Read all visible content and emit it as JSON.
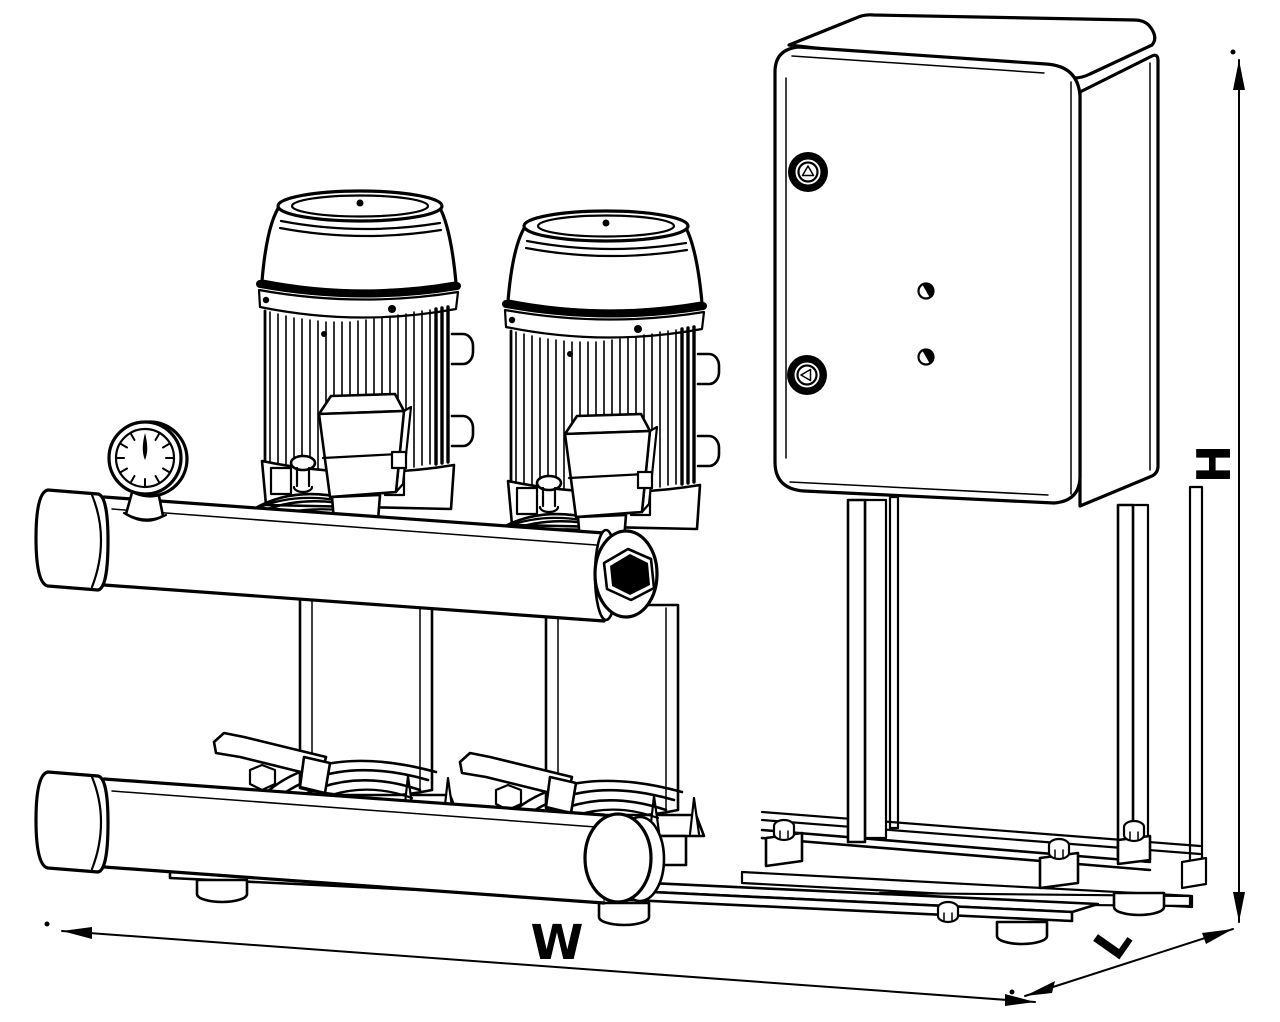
{
  "labels": {
    "width": "W",
    "length": "L",
    "height": "H"
  },
  "colors": {
    "line": "#000000",
    "background": "#ffffff"
  },
  "drawing": {
    "type": "technical-line-drawing",
    "components": [
      "pressure-gauge",
      "pump-motor-left",
      "pump-motor-right",
      "terminal-box",
      "pump-column-left",
      "pump-column-right",
      "ball-valve-lever-left",
      "ball-valve-lever-right",
      "discharge-manifold",
      "suction-manifold",
      "manifold-end-plug",
      "control-cabinet",
      "door-latch",
      "cabinet-stand",
      "base-frame",
      "foot-pad",
      "dimension-width",
      "dimension-length",
      "dimension-height"
    ]
  }
}
